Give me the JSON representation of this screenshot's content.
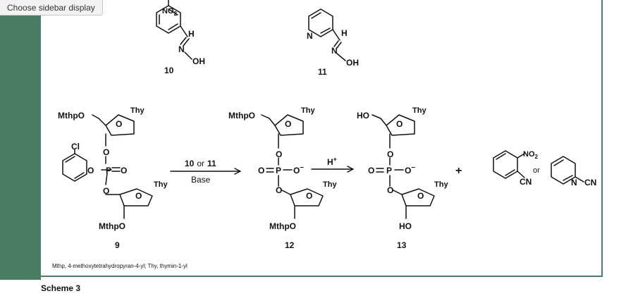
{
  "ui": {
    "sidebar_button": "Choose sidebar display",
    "caption": "Scheme 3"
  },
  "compound_10": {
    "no2_group": "NO",
    "no2_sub": "2",
    "h": "H",
    "n": "N",
    "oh": "OH",
    "number": "10"
  },
  "compound_11": {
    "ring_n": "N",
    "h": "H",
    "n": "N",
    "oh": "OH",
    "number": "11"
  },
  "compound_9": {
    "mthpo_top": "MthpO",
    "thy_top": "Thy",
    "ring_o_top": "O",
    "o_link_top": "O",
    "cl": "Cl",
    "o_aryl": "O",
    "p": "P",
    "o_double": "O",
    "o_link_bottom": "O",
    "ring_o_bottom": "O",
    "thy_bottom": "Thy",
    "mthpo_bottom": "MthpO",
    "number": "9"
  },
  "arrow_1": {
    "reagent_10": "10",
    "reagent_or": "or",
    "reagent_11": "11",
    "base": "Base"
  },
  "compound_12": {
    "mthpo_top": "MthpO",
    "thy_top": "Thy",
    "ring_o_top": "O",
    "o_link_top": "O",
    "o_double": "O",
    "p": "P",
    "o_minus": "O",
    "minus": "–",
    "o_link_bottom": "O",
    "ring_o_bottom": "O",
    "thy_bottom": "Thy",
    "mthpo_bottom": "MthpO",
    "number": "12"
  },
  "arrow_2": {
    "label": "H",
    "sup": "+"
  },
  "compound_13": {
    "ho_top": "HO",
    "thy_top": "Thy",
    "ring_o_top": "O",
    "o_link_top": "O",
    "o_double": "O",
    "p": "P",
    "o_minus": "O",
    "minus": "–",
    "o_link_bottom": "O",
    "ring_o_bottom": "O",
    "thy_bottom": "Thy",
    "ho_bottom": "HO",
    "number": "13"
  },
  "plus": "+",
  "byproduct_a": {
    "no2_group": "NO",
    "no2_sub": "2",
    "cn": "CN"
  },
  "byproduct_or": "or",
  "byproduct_b": {
    "ring_n": "N",
    "cn": "CN"
  },
  "footnote": "Mthp, 4-methoxytetrahydropyran-4-yl; Thy, thymin-1-yl"
}
